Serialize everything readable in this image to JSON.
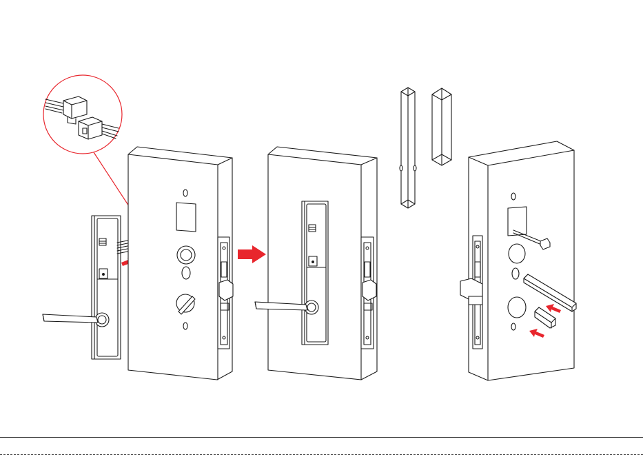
{
  "figure": {
    "steps": [
      {
        "id": "connect-cable",
        "description_visible": false
      },
      {
        "id": "mount-outside-handle",
        "description_visible": false
      },
      {
        "id": "insert-spindles",
        "description_visible": false
      }
    ],
    "colors": {
      "line": "#1a1a1a",
      "accent": "#e8262d",
      "fill": "#ffffff"
    },
    "icons": [
      "arrow-right-icon",
      "zoom-circle-icon",
      "connector-icon",
      "spindle-icon"
    ]
  }
}
